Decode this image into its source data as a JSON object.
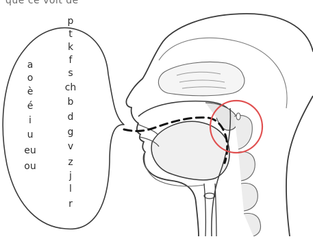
{
  "header_text": "que ce voit de",
  "vowels": [
    "a",
    "o",
    "è",
    "é",
    "i",
    "u",
    "eu",
    "ou"
  ],
  "consonants": [
    "p",
    "t",
    "k",
    "f",
    "s",
    "ch",
    "b",
    "d",
    "g",
    "v",
    "z",
    "j",
    "l",
    "r"
  ],
  "colors": {
    "line": "#3a3a3a",
    "text": "#2c2c2c",
    "highlight": "#e05050",
    "airflow": "#111111"
  }
}
